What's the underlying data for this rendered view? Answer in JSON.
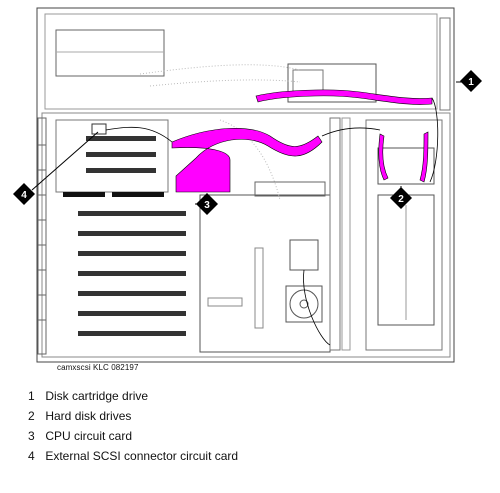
{
  "callouts": [
    "1",
    "2",
    "3",
    "4"
  ],
  "colors": {
    "cable": "#ff00ff",
    "callout_fill": "#000000",
    "callout_text": "#ffffff",
    "line": "#333333"
  },
  "caption": "camxscsi KLC 082197",
  "legend": [
    {
      "num": "1",
      "label": "Disk cartridge drive"
    },
    {
      "num": "2",
      "label": "Hard disk drives"
    },
    {
      "num": "3",
      "label": "CPU circuit card"
    },
    {
      "num": "4",
      "label": "External SCSI connector circuit card"
    }
  ]
}
